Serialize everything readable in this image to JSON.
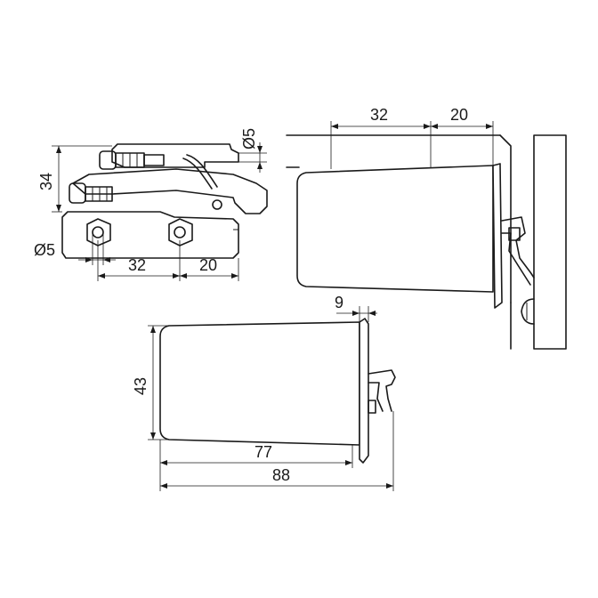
{
  "views": {
    "top_left": {
      "dim_height": "34",
      "dim_slot": "Ø5",
      "dim_hole": "Ø5",
      "dim_spacing": "32",
      "dim_offset": "20"
    },
    "top_right": {
      "dim_spacing": "32",
      "dim_offset": "20"
    },
    "bottom": {
      "dim_height": "43",
      "dim_overlay": "9",
      "dim_body_length": "77",
      "dim_total_length": "88"
    }
  }
}
